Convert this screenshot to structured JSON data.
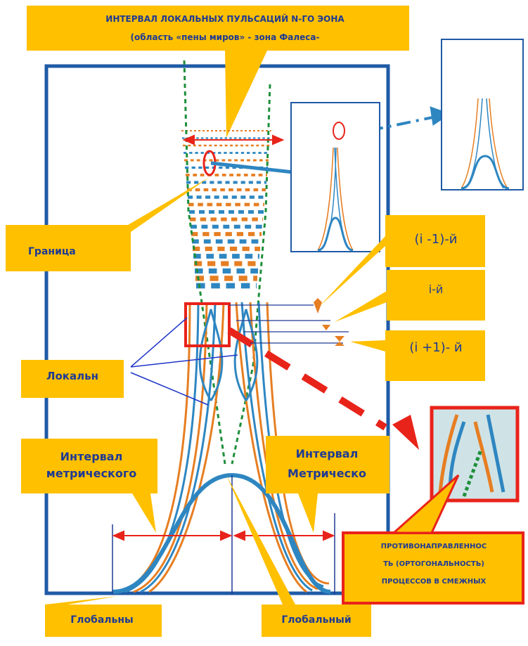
{
  "colors": {
    "callout": "#ffc000",
    "frame": "#1f5aa6",
    "orange": "#e67e22",
    "blue": "#2e86c1",
    "red": "#e8231a",
    "green": "#1e8f3a",
    "text": "#1f3a93"
  },
  "labels": {
    "title_line1": "ИНТЕРВАЛ ЛОКАЛЬНЫХ ПУЛЬСАЦИЙ N-ГО ЭОНА",
    "title_line2": "(область «пены миров» - зона Фалеса-",
    "border": "Граница",
    "local": "Локальн",
    "metric_left_1": "Интервал",
    "metric_left_2": "метрического",
    "metric_right_1": "Интервал",
    "metric_right_2": "Метрическо",
    "global_left": "Глобальны",
    "global_right": "Глобальный",
    "i_minus": "(i -1)-й",
    "i_self": "i-й",
    "i_plus": "(i +1)- й",
    "opposite_1": "ПРОТИВОНАПРАВЛЕННОС",
    "opposite_2": "ТЬ (ОРТОГОНАЛЬНОСТЬ)",
    "opposite_3": "ПРОЦЕССОВ В СМЕЖНЫХ"
  }
}
